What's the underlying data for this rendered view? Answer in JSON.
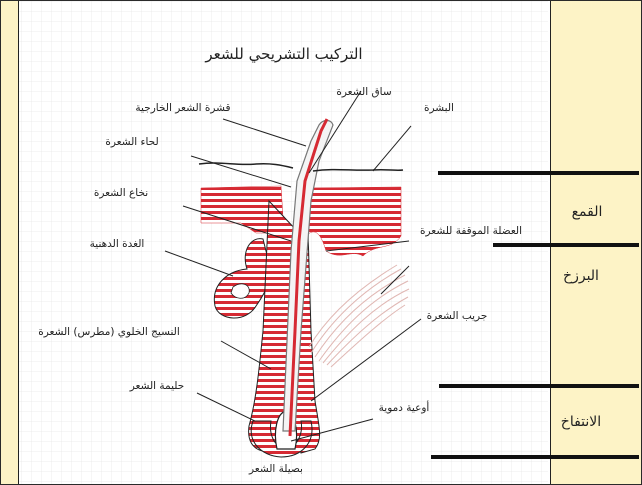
{
  "title": "التركيب التشريحي للشعر",
  "labels": {
    "hair_shaft": "ساق الشعرة",
    "outer_root_sheath": "قشرة الشعر الخارجية",
    "epidermis": "البشرة",
    "hair_cuticle": "لحاء الشعرة",
    "hair_medulla": "نخاع الشعرة",
    "arrector_pili": "العضلة الموقفة للشعرة",
    "sebaceous_gland": "الغدة الدهنية",
    "hair_follicle": "جريب الشعرة",
    "hair_matrix": "النسيج الخلوي (مطرس) الشعرة",
    "dermal_papilla": "حليمة الشعر",
    "blood_vessels": "أوعية دموية",
    "hair_bulb": "بصيلة الشعر"
  },
  "zones": {
    "infundibulum": "القمع",
    "isthmus": "البرزخ",
    "bulge": "الانتفاخ"
  },
  "colors": {
    "background": "#fdf3c6",
    "panel": "#ffffff",
    "grid": "#e3e3e3",
    "stripe": "#d62a33",
    "line": "#222222"
  }
}
